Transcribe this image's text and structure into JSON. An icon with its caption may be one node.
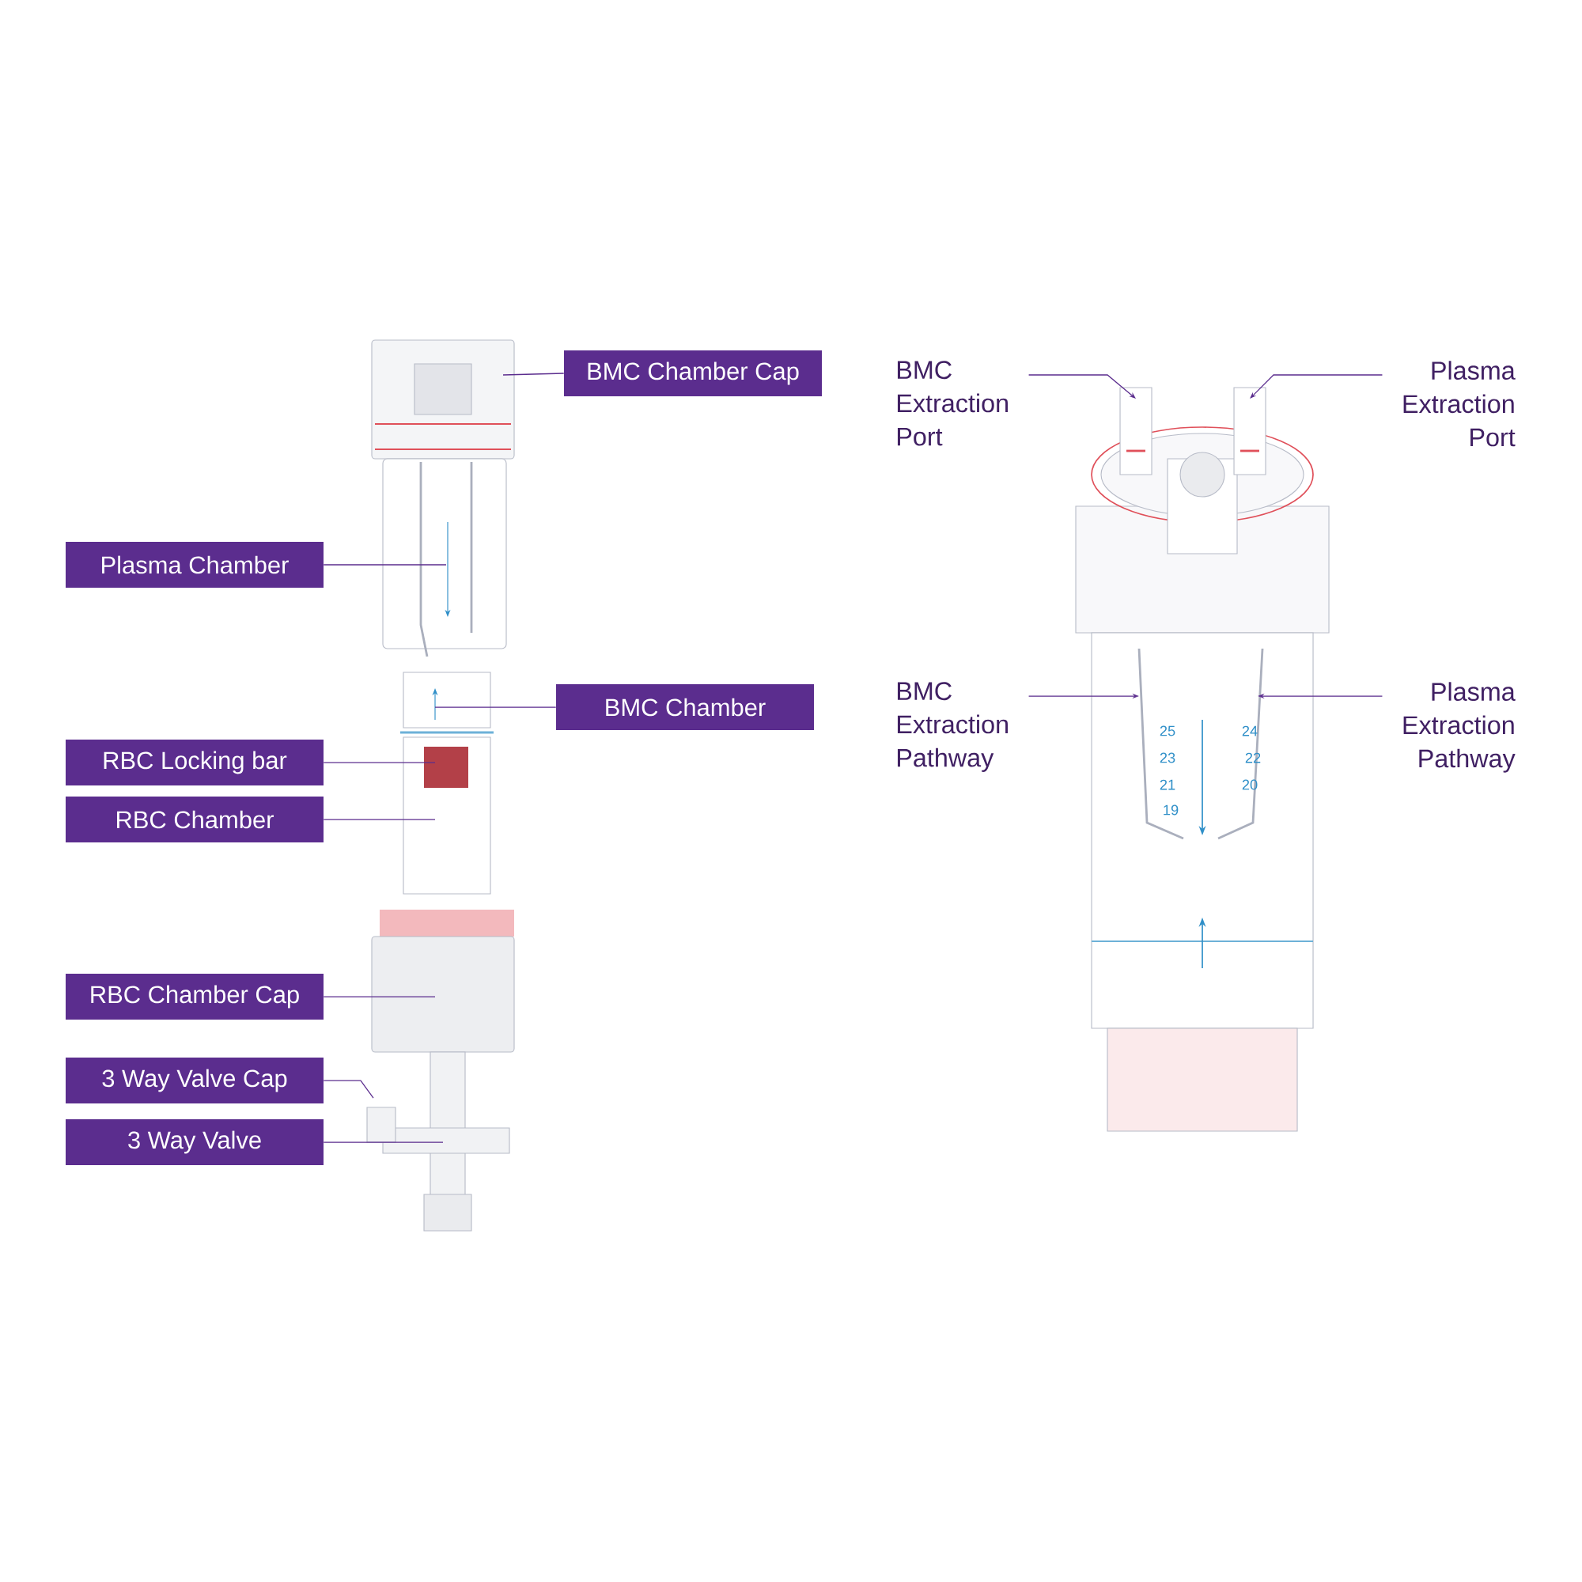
{
  "diagram": {
    "nodes": [
      {
        "text": [
          "BMC Chamber Cap"
        ]
      },
      {
        "text": [
          "BMC Extraction Port"
        ]
      },
      {
        "text": [
          "Plasma Extraction Port"
        ]
      },
      {
        "text": [
          "Plasma Chamber"
        ]
      },
      {
        "text": [
          "BMC Chamber"
        ]
      },
      {
        "text": [
          "BMC Extraction Pathway"
        ]
      },
      {
        "text": [
          "Plasma Extraction Pathway"
        ]
      },
      {
        "text": [
          "RBC Locking bar"
        ]
      },
      {
        "text": [
          "RBC Chamber"
        ]
      },
      {
        "text": [
          "RBC Chamber Cap"
        ]
      },
      {
        "text": [
          "3 Way Valve Cap"
        ]
      },
      {
        "text": [
          "3 Way Valve"
        ]
      }
    ],
    "edges": [
      {
        "from": 0,
        "to": null,
        "arrow": "none"
      },
      {
        "from": 1,
        "to": null,
        "arrow": "to"
      },
      {
        "from": 2,
        "to": null,
        "arrow": "to"
      },
      {
        "from": 3,
        "to": null,
        "arrow": "none"
      },
      {
        "from": 4,
        "to": null,
        "arrow": "none"
      },
      {
        "from": 5,
        "to": null,
        "arrow": "to"
      },
      {
        "from": 6,
        "to": null,
        "arrow": "to"
      },
      {
        "from": 7,
        "to": null,
        "arrow": "none"
      },
      {
        "from": 8,
        "to": null,
        "arrow": "none"
      },
      {
        "from": 9,
        "to": null,
        "arrow": "none"
      },
      {
        "from": 10,
        "to": null,
        "arrow": "none"
      },
      {
        "from": 11,
        "to": null,
        "arrow": "none"
      }
    ],
    "labels": [
      "25",
      "24",
      "23",
      "22",
      "21",
      "20",
      "19"
    ]
  }
}
